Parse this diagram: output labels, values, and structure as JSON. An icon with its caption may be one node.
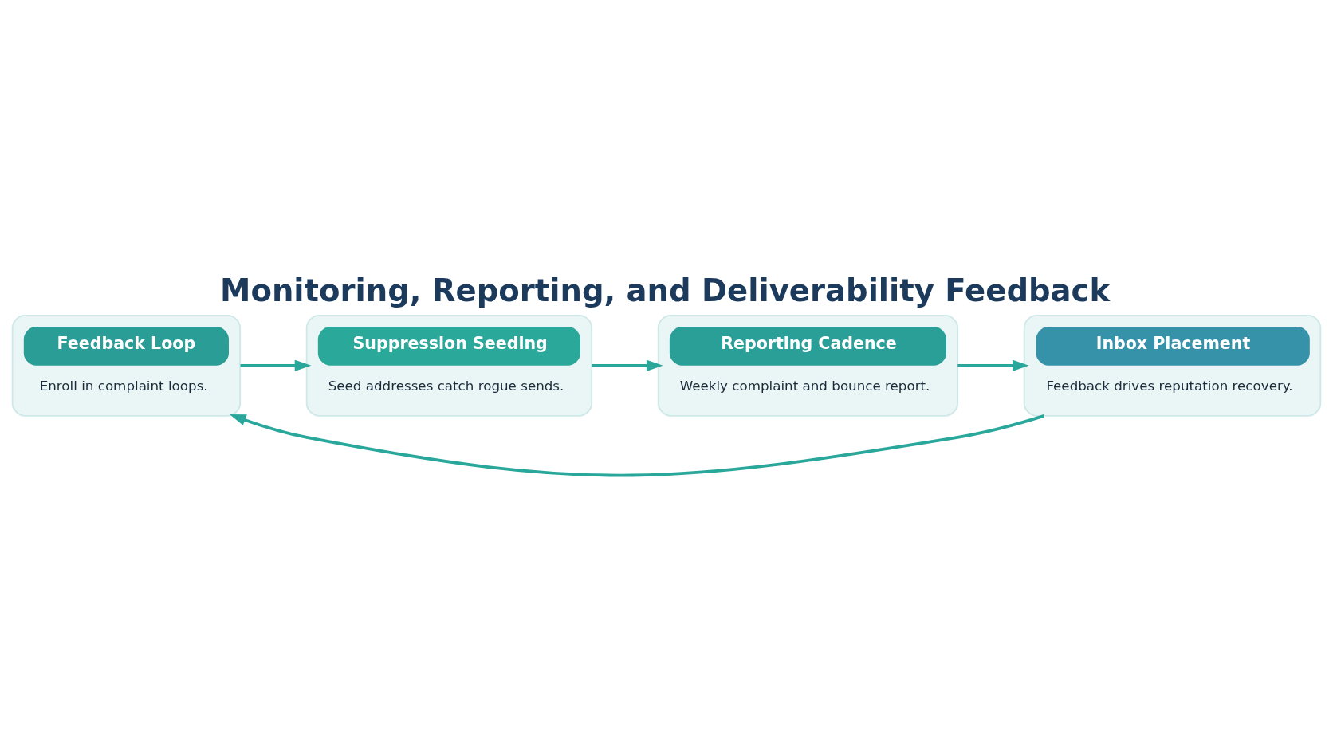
{
  "diagram": {
    "title": "Monitoring, Reporting, and Deliverability Feedback",
    "nodes": [
      {
        "text": [
          "Feedback Loop",
          "Enroll in complaint loops."
        ]
      },
      {
        "text": [
          "Suppression Seeding",
          "Seed addresses catch rogue sends."
        ]
      },
      {
        "text": [
          "Reporting Cadence",
          "Weekly complaint and bounce report."
        ]
      },
      {
        "text": [
          "Inbox Placement",
          "Feedback drives reputation recovery."
        ]
      }
    ],
    "edges": [
      {
        "from": 0,
        "to": 1,
        "arrow": "to"
      },
      {
        "from": 1,
        "to": 2,
        "arrow": "to"
      },
      {
        "from": 2,
        "to": 3,
        "arrow": "to"
      },
      {
        "from": 3,
        "to": 0,
        "arrow": "to"
      }
    ]
  }
}
